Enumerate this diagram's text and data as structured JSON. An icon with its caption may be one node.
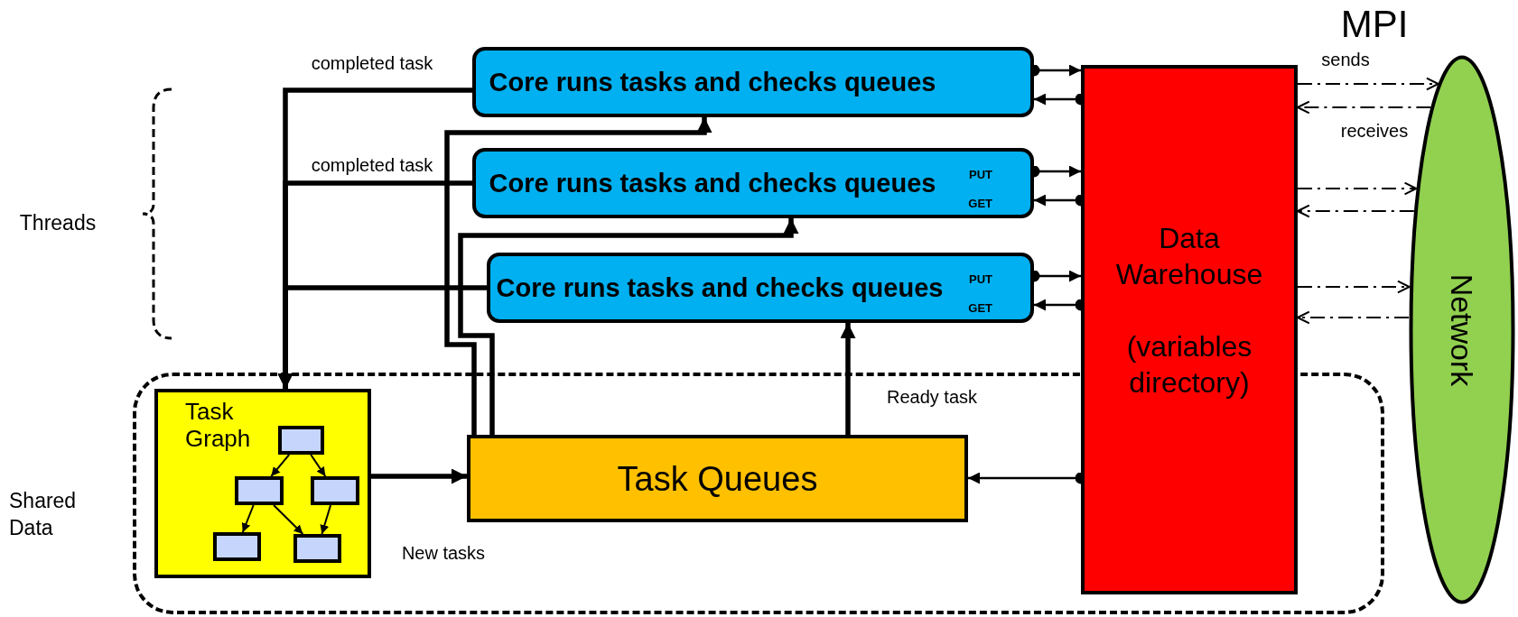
{
  "diagram": {
    "nodes": [
      {
        "text": [
          "Core runs tasks and checks queues"
        ]
      },
      {
        "text": [
          "Core runs tasks and checks queues",
          "PUT",
          "GET"
        ]
      },
      {
        "text": [
          "Core runs tasks and checks queues",
          "PUT",
          "GET"
        ]
      },
      {
        "text": [
          "Data Warehouse",
          "(variables directory)"
        ]
      },
      {
        "text": [
          "Network"
        ]
      },
      {
        "text": [],
        "shape": "box",
        "beside": [
          "Shared Data"
        ]
      },
      {
        "text": [
          "Task Graph"
        ],
        "in": 5
      },
      {
        "text": [
          "Task Queues"
        ],
        "in": 5
      },
      {
        "text": [],
        "shape": "box",
        "in": 6
      },
      {
        "text": [],
        "shape": "box",
        "in": 6
      },
      {
        "text": [],
        "shape": "box",
        "in": 6
      },
      {
        "text": [],
        "shape": "box",
        "in": 6
      },
      {
        "text": [],
        "shape": "box",
        "in": 6
      }
    ],
    "edges": [
      {
        "from": 0,
        "to": 6,
        "arrow": "to",
        "label": "completed task",
        "style": "thick"
      },
      {
        "from": 1,
        "to": 6,
        "arrow": "to",
        "label": "completed task",
        "style": "thick"
      },
      {
        "from": 2,
        "to": 6,
        "arrow": "to",
        "style": "thick"
      },
      {
        "from": 7,
        "to": 0,
        "arrow": "to",
        "style": "thick"
      },
      {
        "from": 7,
        "to": 1,
        "arrow": "to",
        "style": "thick"
      },
      {
        "from": 7,
        "to": 2,
        "arrow": "to",
        "label": "Ready task",
        "style": "thick"
      },
      {
        "from": 6,
        "to": 7,
        "arrow": "to",
        "label": "New tasks",
        "style": "thick"
      },
      {
        "from": 0,
        "to": 3,
        "arrow": "to"
      },
      {
        "from": 3,
        "to": 0,
        "arrow": "to"
      },
      {
        "from": 1,
        "to": 3,
        "arrow": "to"
      },
      {
        "from": 3,
        "to": 1,
        "arrow": "to"
      },
      {
        "from": 2,
        "to": 3,
        "arrow": "to"
      },
      {
        "from": 3,
        "to": 2,
        "arrow": "to"
      },
      {
        "from": 3,
        "to": 7,
        "arrow": "to"
      },
      {
        "from": 3,
        "to": 4,
        "arrow": "to",
        "label": "sends",
        "style": "dashed"
      },
      {
        "from": 4,
        "to": 3,
        "arrow": "to",
        "label": "receives",
        "style": "dashed"
      },
      {
        "from": 3,
        "to": 4,
        "arrow": "to",
        "style": "dashed"
      },
      {
        "from": 4,
        "to": 3,
        "arrow": "to",
        "style": "dashed"
      },
      {
        "from": 3,
        "to": 4,
        "arrow": "to",
        "style": "dashed"
      },
      {
        "from": 4,
        "to": 3,
        "arrow": "to",
        "style": "dashed"
      },
      {
        "from": 8,
        "to": 9,
        "arrow": "to"
      },
      {
        "from": 8,
        "to": 10,
        "arrow": "to"
      },
      {
        "from": 9,
        "to": 11,
        "arrow": "to"
      },
      {
        "from": 9,
        "to": 12,
        "arrow": "to"
      },
      {
        "from": 10,
        "to": 12,
        "arrow": "to"
      }
    ],
    "labels": [
      "MPI",
      "Threads"
    ]
  }
}
